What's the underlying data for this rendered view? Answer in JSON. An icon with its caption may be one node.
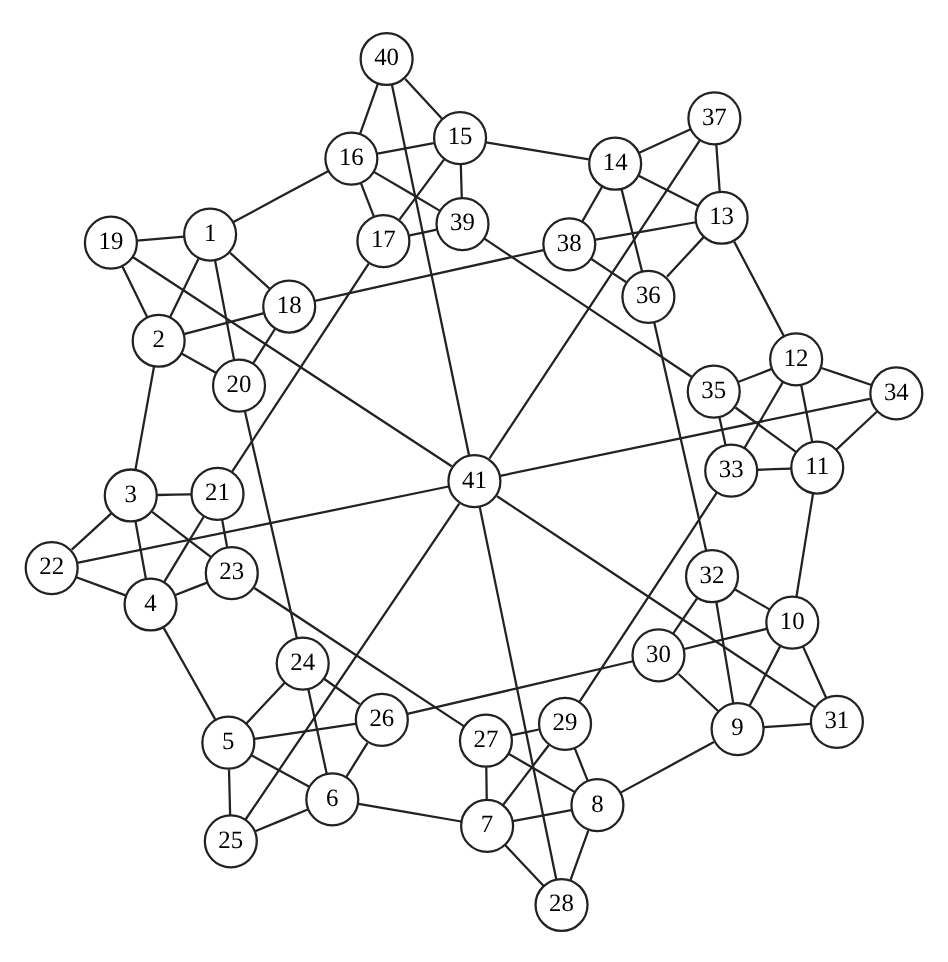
{
  "diagram": {
    "nodes": [
      {
        "text": [
          "1"
        ]
      },
      {
        "text": [
          "2"
        ]
      },
      {
        "text": [
          "3"
        ]
      },
      {
        "text": [
          "4"
        ]
      },
      {
        "text": [
          "5"
        ]
      },
      {
        "text": [
          "6"
        ]
      },
      {
        "text": [
          "7"
        ]
      },
      {
        "text": [
          "8"
        ]
      },
      {
        "text": [
          "9"
        ]
      },
      {
        "text": [
          "10"
        ]
      },
      {
        "text": [
          "11"
        ]
      },
      {
        "text": [
          "12"
        ]
      },
      {
        "text": [
          "13"
        ]
      },
      {
        "text": [
          "14"
        ]
      },
      {
        "text": [
          "15"
        ]
      },
      {
        "text": [
          "16"
        ]
      },
      {
        "text": [
          "17"
        ]
      },
      {
        "text": [
          "18"
        ]
      },
      {
        "text": [
          "19"
        ]
      },
      {
        "text": [
          "20"
        ]
      },
      {
        "text": [
          "21"
        ]
      },
      {
        "text": [
          "22"
        ]
      },
      {
        "text": [
          "23"
        ]
      },
      {
        "text": [
          "24"
        ]
      },
      {
        "text": [
          "25"
        ]
      },
      {
        "text": [
          "26"
        ]
      },
      {
        "text": [
          "27"
        ]
      },
      {
        "text": [
          "28"
        ]
      },
      {
        "text": [
          "29"
        ]
      },
      {
        "text": [
          "30"
        ]
      },
      {
        "text": [
          "31"
        ]
      },
      {
        "text": [
          "32"
        ]
      },
      {
        "text": [
          "33"
        ]
      },
      {
        "text": [
          "34"
        ]
      },
      {
        "text": [
          "35"
        ]
      },
      {
        "text": [
          "36"
        ]
      },
      {
        "text": [
          "37"
        ]
      },
      {
        "text": [
          "38"
        ]
      },
      {
        "text": [
          "39"
        ]
      },
      {
        "text": [
          "40"
        ]
      },
      {
        "text": [
          "41"
        ]
      }
    ],
    "edges": [
      {
        "from": 0,
        "to": 1,
        "arrow": "none"
      },
      {
        "from": 1,
        "to": 2,
        "arrow": "none"
      },
      {
        "from": 2,
        "to": 3,
        "arrow": "none"
      },
      {
        "from": 3,
        "to": 4,
        "arrow": "none"
      },
      {
        "from": 4,
        "to": 5,
        "arrow": "none"
      },
      {
        "from": 5,
        "to": 6,
        "arrow": "none"
      },
      {
        "from": 6,
        "to": 7,
        "arrow": "none"
      },
      {
        "from": 7,
        "to": 8,
        "arrow": "none"
      },
      {
        "from": 8,
        "to": 9,
        "arrow": "none"
      },
      {
        "from": 9,
        "to": 10,
        "arrow": "none"
      },
      {
        "from": 10,
        "to": 11,
        "arrow": "none"
      },
      {
        "from": 11,
        "to": 12,
        "arrow": "none"
      },
      {
        "from": 12,
        "to": 13,
        "arrow": "none"
      },
      {
        "from": 13,
        "to": 14,
        "arrow": "none"
      },
      {
        "from": 14,
        "to": 15,
        "arrow": "none"
      },
      {
        "from": 15,
        "to": 0,
        "arrow": "none"
      },
      {
        "from": 0,
        "to": 17,
        "arrow": "none"
      },
      {
        "from": 0,
        "to": 18,
        "arrow": "none"
      },
      {
        "from": 0,
        "to": 19,
        "arrow": "none"
      },
      {
        "from": 1,
        "to": 17,
        "arrow": "none"
      },
      {
        "from": 1,
        "to": 18,
        "arrow": "none"
      },
      {
        "from": 1,
        "to": 19,
        "arrow": "none"
      },
      {
        "from": 17,
        "to": 19,
        "arrow": "none"
      },
      {
        "from": 2,
        "to": 20,
        "arrow": "none"
      },
      {
        "from": 2,
        "to": 21,
        "arrow": "none"
      },
      {
        "from": 2,
        "to": 22,
        "arrow": "none"
      },
      {
        "from": 3,
        "to": 20,
        "arrow": "none"
      },
      {
        "from": 3,
        "to": 21,
        "arrow": "none"
      },
      {
        "from": 3,
        "to": 22,
        "arrow": "none"
      },
      {
        "from": 20,
        "to": 22,
        "arrow": "none"
      },
      {
        "from": 4,
        "to": 23,
        "arrow": "none"
      },
      {
        "from": 4,
        "to": 24,
        "arrow": "none"
      },
      {
        "from": 4,
        "to": 25,
        "arrow": "none"
      },
      {
        "from": 5,
        "to": 23,
        "arrow": "none"
      },
      {
        "from": 5,
        "to": 24,
        "arrow": "none"
      },
      {
        "from": 5,
        "to": 25,
        "arrow": "none"
      },
      {
        "from": 23,
        "to": 25,
        "arrow": "none"
      },
      {
        "from": 6,
        "to": 26,
        "arrow": "none"
      },
      {
        "from": 6,
        "to": 27,
        "arrow": "none"
      },
      {
        "from": 6,
        "to": 28,
        "arrow": "none"
      },
      {
        "from": 7,
        "to": 26,
        "arrow": "none"
      },
      {
        "from": 7,
        "to": 27,
        "arrow": "none"
      },
      {
        "from": 7,
        "to": 28,
        "arrow": "none"
      },
      {
        "from": 26,
        "to": 28,
        "arrow": "none"
      },
      {
        "from": 8,
        "to": 29,
        "arrow": "none"
      },
      {
        "from": 8,
        "to": 30,
        "arrow": "none"
      },
      {
        "from": 8,
        "to": 31,
        "arrow": "none"
      },
      {
        "from": 9,
        "to": 29,
        "arrow": "none"
      },
      {
        "from": 9,
        "to": 30,
        "arrow": "none"
      },
      {
        "from": 9,
        "to": 31,
        "arrow": "none"
      },
      {
        "from": 29,
        "to": 31,
        "arrow": "none"
      },
      {
        "from": 10,
        "to": 32,
        "arrow": "none"
      },
      {
        "from": 10,
        "to": 33,
        "arrow": "none"
      },
      {
        "from": 10,
        "to": 34,
        "arrow": "none"
      },
      {
        "from": 11,
        "to": 32,
        "arrow": "none"
      },
      {
        "from": 11,
        "to": 33,
        "arrow": "none"
      },
      {
        "from": 11,
        "to": 34,
        "arrow": "none"
      },
      {
        "from": 32,
        "to": 34,
        "arrow": "none"
      },
      {
        "from": 12,
        "to": 35,
        "arrow": "none"
      },
      {
        "from": 12,
        "to": 36,
        "arrow": "none"
      },
      {
        "from": 12,
        "to": 37,
        "arrow": "none"
      },
      {
        "from": 13,
        "to": 35,
        "arrow": "none"
      },
      {
        "from": 13,
        "to": 36,
        "arrow": "none"
      },
      {
        "from": 13,
        "to": 37,
        "arrow": "none"
      },
      {
        "from": 35,
        "to": 37,
        "arrow": "none"
      },
      {
        "from": 14,
        "to": 38,
        "arrow": "none"
      },
      {
        "from": 14,
        "to": 39,
        "arrow": "none"
      },
      {
        "from": 14,
        "to": 16,
        "arrow": "none"
      },
      {
        "from": 15,
        "to": 38,
        "arrow": "none"
      },
      {
        "from": 15,
        "to": 39,
        "arrow": "none"
      },
      {
        "from": 15,
        "to": 16,
        "arrow": "none"
      },
      {
        "from": 38,
        "to": 16,
        "arrow": "none"
      },
      {
        "from": 17,
        "to": 37,
        "arrow": "none"
      },
      {
        "from": 19,
        "to": 23,
        "arrow": "none"
      },
      {
        "from": 25,
        "to": 29,
        "arrow": "none"
      },
      {
        "from": 31,
        "to": 35,
        "arrow": "none"
      },
      {
        "from": 16,
        "to": 20,
        "arrow": "none"
      },
      {
        "from": 22,
        "to": 26,
        "arrow": "none"
      },
      {
        "from": 28,
        "to": 32,
        "arrow": "none"
      },
      {
        "from": 34,
        "to": 38,
        "arrow": "none"
      },
      {
        "from": 40,
        "to": 18,
        "arrow": "none"
      },
      {
        "from": 40,
        "to": 21,
        "arrow": "none"
      },
      {
        "from": 40,
        "to": 24,
        "arrow": "none"
      },
      {
        "from": 40,
        "to": 27,
        "arrow": "none"
      },
      {
        "from": 40,
        "to": 30,
        "arrow": "none"
      },
      {
        "from": 40,
        "to": 33,
        "arrow": "none"
      },
      {
        "from": 40,
        "to": 36,
        "arrow": "none"
      },
      {
        "from": 40,
        "to": 39,
        "arrow": "none"
      }
    ]
  }
}
